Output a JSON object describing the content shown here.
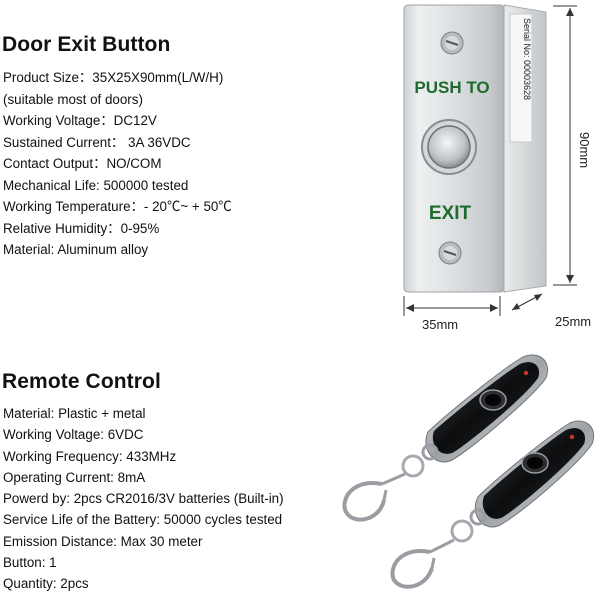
{
  "door_exit": {
    "title": "Door Exit Button",
    "specs": [
      "Product Size：35X25X90mm(L/W/H)",
      "(suitable most of doors)",
      "Working Voltage：DC12V",
      "Sustained Current： 3A 36VDC",
      "Contact Output：NO/COM",
      "Mechanical Life: 500000 tested",
      "Working Temperature：- 20℃~ + 50℃",
      "Relative Humidity：0-95%",
      "Material: Aluminum alloy"
    ],
    "plate_top_text": "PUSH TO",
    "plate_bottom_text": "EXIT",
    "serial_text": "Serial No: 00003628",
    "dim_height": "90mm",
    "dim_length": "35mm",
    "dim_width": "25mm",
    "accent_color": "#1e6b2e"
  },
  "remote": {
    "title": "Remote Control",
    "specs": [
      "Material: Plastic + metal",
      "Working Voltage: 6VDC",
      "Working Frequency: 433MHz",
      "Operating Current: 8mA",
      "Powerd by: 2pcs CR2016/3V batteries (Built-in)",
      "Service Life of the Battery: 50000 cycles tested",
      "Emission Distance: Max 30 meter",
      "Button: 1",
      "Quantity: 2pcs"
    ]
  }
}
